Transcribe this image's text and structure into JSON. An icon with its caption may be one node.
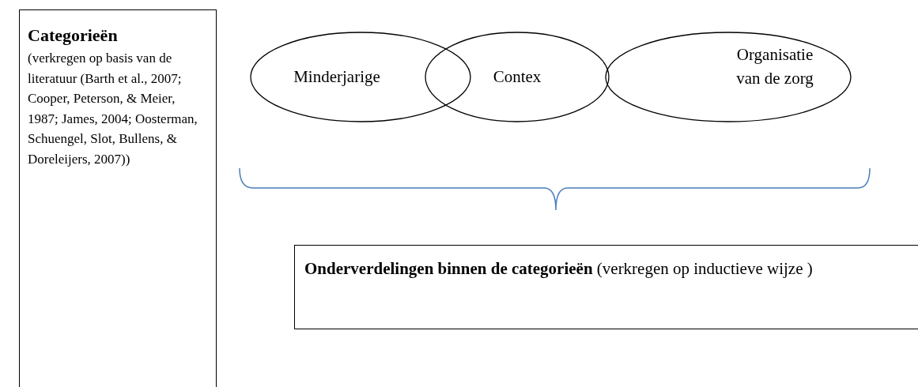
{
  "diagram": {
    "nodes": [
      {
        "text": [
          "Categorieën",
          "(verkregen op basis van de literatuur (Barth et al., 2007; Cooper, Peterson, & Meier, 1987; James, 2004; Oosterman, Schuengel, Slot, Bullens, & Doreleijers, 2007))"
        ]
      },
      {
        "text": [
          "Minderjarige"
        ]
      },
      {
        "text": [
          "Contex"
        ]
      },
      {
        "text": [
          "Organisatie van de zorg"
        ]
      },
      {
        "text": [
          "**Onderverdelingen binnen de categorieën** (verkregen op inductieve wijze )"
        ]
      }
    ]
  }
}
